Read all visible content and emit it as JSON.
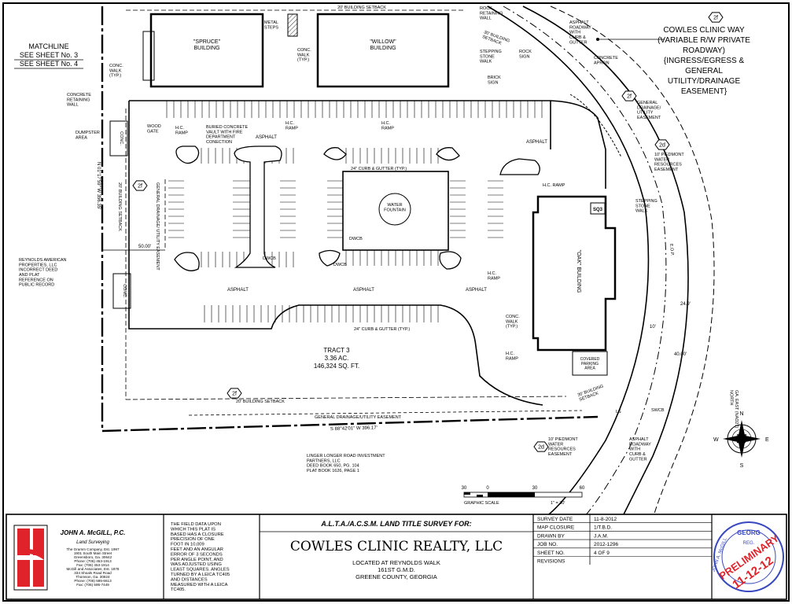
{
  "matchline": [
    "MATCHLINE",
    "SEE SHEET No. 3",
    "SEE SHEET No. 4"
  ],
  "roadway_title": [
    "COWLES CLINIC WAY",
    "(VARIABLE R/W PRIVATE",
    "ROADWAY)",
    "{INGRESS/EGRESS &",
    "GENERAL",
    "UTILITY/DRAINAGE",
    "EASEMENT}"
  ],
  "buildings": {
    "spruce": "\"SPRUCE\"\nBUILDING",
    "willow": "\"WILLOW\"\nBUILDING",
    "oak": "\"OAK\" BUILDING"
  },
  "callouts": {
    "metal_steps": "METAL\nSTEPS",
    "rock_wall": "ROCK\nRETAINING\nWALL",
    "asphalt_roadway_top": "ASPHALT\nROADWAY\nWITH\nCURB &\nGUTTER",
    "concrete_apron": "CONCRETE\nAPRON",
    "rock_sign": "ROCK\nSIGN",
    "stepping_top": "STEPPING\nSTONE\nWALK",
    "brick_sign": "BRICK\nSIGN",
    "conc_walk_left": "CONC.\nWALK\n(TYP.)",
    "conc_walk_mid": "CONC.\nWALK\n(TYP.)",
    "concrete_retaining": "CONCRETE\nRETAINING\nWALL",
    "dumpster": "DUMPSTER\nAREA",
    "wood_gate": "WOOD\nGATE",
    "hc_ramp_1": "H.C.\nRAMP",
    "buried_vault": "BURIED CONCRETE\nVAULT WITH FIRE\nDEPARTMENT\nCONECTION",
    "hc_ramp_2": "H.C.\nRAMP",
    "hc_ramp_3": "H.C.\nRAMP",
    "gen_drain_easement": "GENERAL\nDRAINAGE/\nUTILITY\nEASEMENT",
    "piedmont_top": "10' PIEDMONT\nWATER\nRESOURCES\nEASEMENT",
    "stepping_right": "STEPPING\nSTONE\nWALK",
    "hc_ramp_oak": "H.C. RAMP",
    "curb_gutter_top": "24\" CURB & GUTTER (TYP.)",
    "water_fountain": "WATER\nFOUNTAIN",
    "dwcb_1": "DWCB",
    "dwcb_2": "DWCB",
    "dwcb_3": "DWCB",
    "hc_ramp_left_oak": "H.C.\nRAMP",
    "conc_walk_oak": "CONC.\nWALK\n(TYP.)",
    "hc_ramp_bottom": "H.C.\nRAMP",
    "covered_parking": "COVERED\nPARKING\nAREA",
    "curb_gutter_bottom": "24\" CURB & GUTTER (TYP.)",
    "setback_30_bottom": "30' BUILDING\nSETBACK",
    "setback_30_top": "30' BUILDING\nSETBACK",
    "swcb": "SWCB",
    "ls": "LS",
    "gen_drain_bottom": "GENERAL DRAINAGE/UTILITY EASEMENT",
    "piedmont_bottom": "10' PIEDMONT\nWATER\nRESOURCES\nEASEMENT",
    "asphalt_roadway_bottom": "ASPHALT\nROADWAY\nWITH\nCURB &\nGUTTER",
    "eop": "E.O.P.",
    "sq3": "SQ3",
    "reynolds": "REYNOLDS AMERICAN\nPROPERTIES, LLC\nINCORRECT DEED\nAND PLAT\nREFERENCE ON\nPUBLIC RECORD",
    "linger": "LINGER LONGER ROAD INVESTMENT\nPARTNERS, LLC\nDEED BOOK 650, PG. 104\nPLAT BOOK 1626, PAGE 1",
    "conc_box_1": "CONC.",
    "conc_box_2": "CONC.",
    "ga_east": "GA. EAST (NAD27)\nNORTH"
  },
  "tags": [
    "2f",
    "2f",
    "2d",
    "2f",
    "2f",
    "2d"
  ],
  "asphalt_labels": [
    "ASPHALT",
    "ASPHALT",
    "ASPHALT",
    "ASPHALT",
    "ASPHALT"
  ],
  "setbacks": {
    "top": "20' BUILDING SETBACK",
    "left_side": "20' BUILDING SETBACK",
    "left_util": "GENERAL DRAINAGE/ UTILITY EASEMENT",
    "bottom": "20' BUILDING SETBACK"
  },
  "bearings": {
    "west": "N 01°17'59\" W  356.35'",
    "south": "S 88°42'01\" W  396.17'"
  },
  "dimensions": [
    "50.00'",
    "24.9'",
    "10'",
    "40.00'",
    "10'"
  ],
  "tract": [
    "TRACT 3",
    "3.36 AC.",
    "146,324 SQ. FT."
  ],
  "compass": {
    "n": "N",
    "e": "E",
    "w": "W",
    "s": "S"
  },
  "scale": {
    "ticks": [
      "30",
      "0",
      "30",
      "60"
    ],
    "label": "GRAPHIC SCALE",
    "ratio": "1\" = 30'"
  },
  "titleblock": {
    "firm_name": "JOHN A. McGILL, P.C.",
    "firm_sub": "Land Surveying",
    "firm_lines": [
      "The Gramm Company, Est. 1997",
      "1901 South Main Street",
      "Greensboro, Ga. 30642",
      "Phone: (706) 453-1913",
      "Fax: (706) 453-1914",
      "",
      "McGill and Associates, Est. 1978",
      "334 Shoals Road Road",
      "Thomson, Ga. 30824",
      "Phone: (706) 595-6613",
      "Fax: (706) 595-7449"
    ],
    "closure_text": [
      "THE FIELD DATA UPON",
      "WHICH THIS PLAT IS",
      "BASED HAS A CLOSURE",
      "PRECISION OF ONE",
      "FOOT IN  10,009",
      "FEET AND AN ANGULAR",
      "ERROR OF  3 SECONDS",
      "PER ANGLE POINT, AND",
      "WAS ADJUSTED USING",
      "LEAST SQUARES.  ANGLES",
      "TURNED BY A  LEICA TC405",
      "AND DISTANCES",
      "MEASURED WITH A  LEICA",
      "TC405."
    ],
    "survey_for": "A.L.T.A./A.C.S.M. LAND TITLE SURVEY FOR:",
    "client": "COWLES CLINIC REALTY, LLC",
    "location": [
      "LOCATED AT REYNOLDS WALK",
      "161ST G.M.D.",
      "GREENE COUNTY, GEORGIA"
    ],
    "info": [
      {
        "label": "SURVEY DATE",
        "value": "11-8-2012"
      },
      {
        "label": "MAP CLOSURE",
        "value": "1/T.B.D."
      },
      {
        "label": "DRAWN BY",
        "value": "J.A.M."
      },
      {
        "label": "JOB NO.",
        "value": "2012-1296"
      },
      {
        "label": "SHEET NO.",
        "value": "4   OF 9"
      },
      {
        "label": "REVISIONS",
        "value": ""
      }
    ],
    "stamp_top": "GEORG",
    "stamp_reg": "REG.",
    "stamp_side": "JOHN A. McGILL",
    "preliminary": "PRELIMINARY",
    "prelim_date": "11-12-12"
  }
}
